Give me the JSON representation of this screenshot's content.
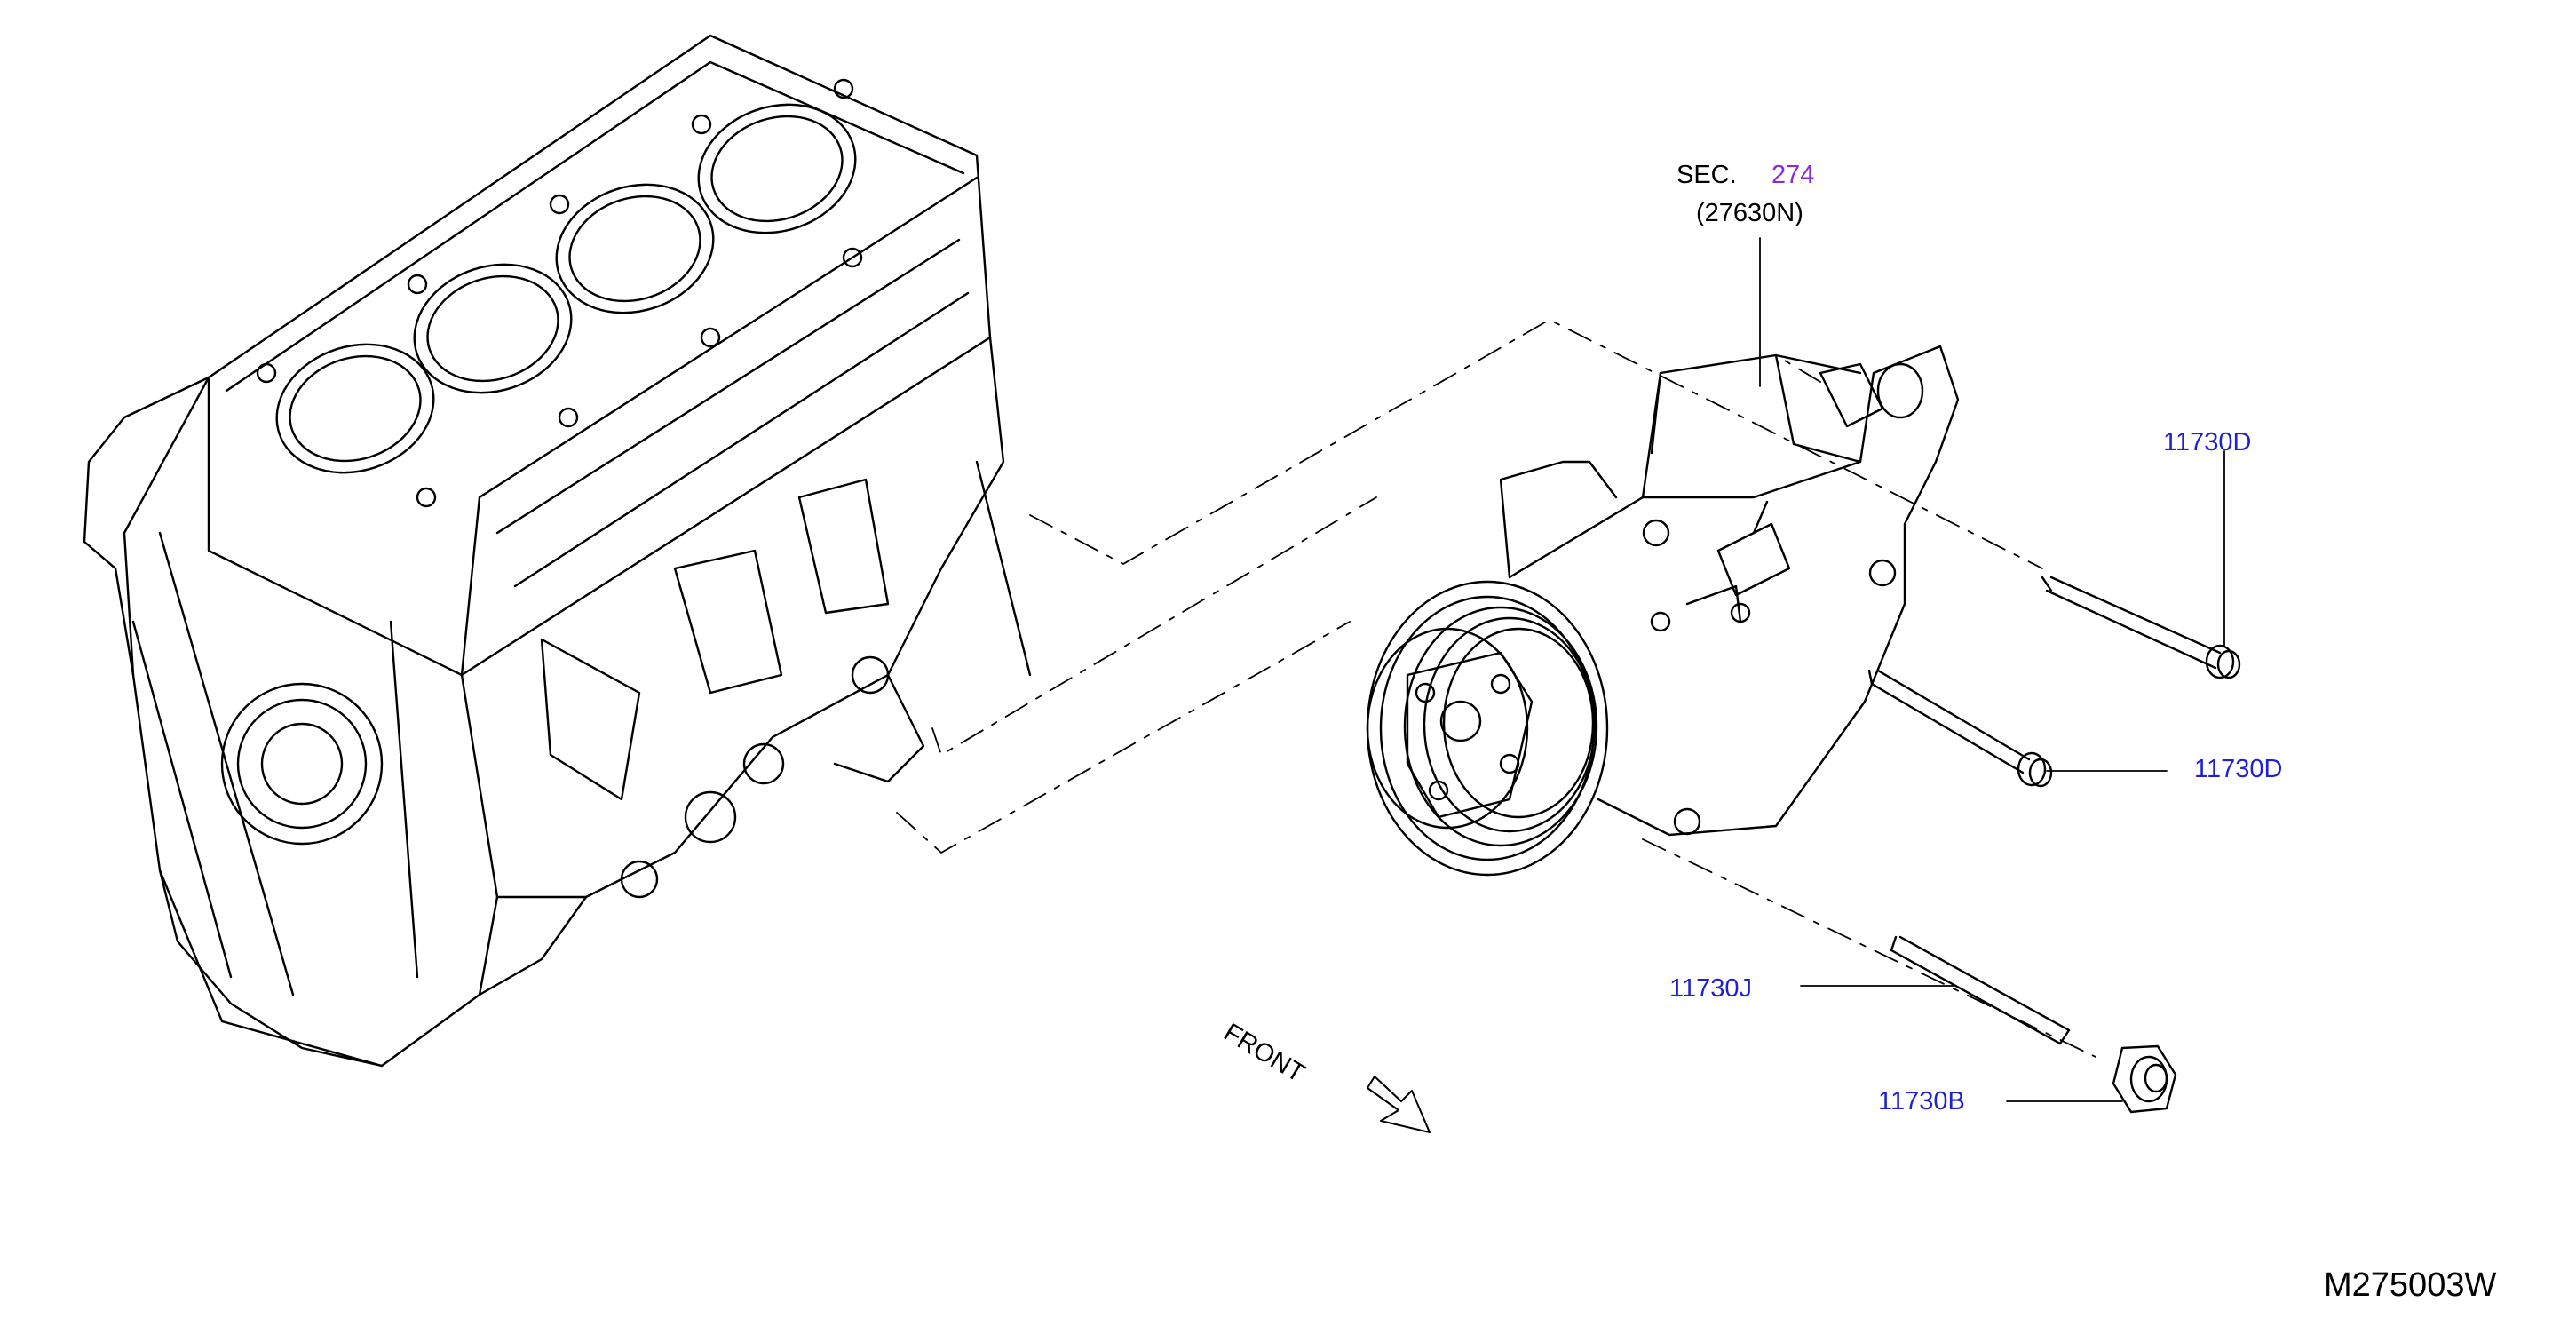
{
  "section": {
    "prefix": "SEC.",
    "number": "274",
    "part": "(27630N)"
  },
  "callouts": {
    "bolt_upper": "11730D",
    "bolt_lower": "11730D",
    "stud": "11730J",
    "nut": "11730B"
  },
  "direction": "FRONT",
  "diagram_code": "M275003W",
  "colors": {
    "line": "#000000",
    "part_link": "#1f1fd6",
    "section_link": "#8a2be2"
  }
}
